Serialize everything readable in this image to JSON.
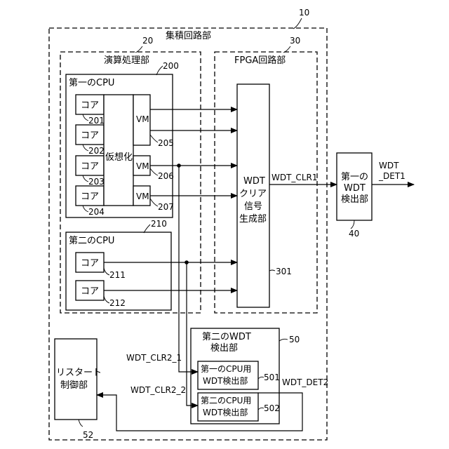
{
  "labels": {
    "ic": "集積回路部",
    "ic_ref": "10",
    "compute": "演算処理部",
    "compute_ref": "20",
    "fpga": "FPGA回路部",
    "fpga_ref": "30",
    "cpu1": "第一のCPU",
    "cpu1_ref": "200",
    "cpu2": "第二のCPU",
    "cpu2_ref": "210",
    "core": "コア",
    "core_refs": [
      "201",
      "202",
      "203",
      "204"
    ],
    "cpu2_core_refs": [
      "211",
      "212"
    ],
    "virtualization": "仮想化",
    "vm": "VM",
    "vm_refs": [
      "205",
      "206",
      "207"
    ],
    "wdt_clear_gen": [
      "WDT",
      "クリア",
      "信号",
      "生成部"
    ],
    "wdt_clear_gen_ref": "301",
    "wdt_clr1": "WDT_CLR1",
    "wdt1_detector": [
      "第一の",
      "WDT",
      "検出部"
    ],
    "wdt1_detector_ref": "40",
    "wdt_det1": [
      "WDT",
      "_DET1"
    ],
    "wdt2_detector": [
      "第二のWDT",
      "検出部"
    ],
    "wdt2_detector_ref": "50",
    "cpu1_wdt": [
      "第一のCPU用",
      "WDT検出部"
    ],
    "cpu1_wdt_ref": "501",
    "cpu2_wdt": [
      "第二のCPU用",
      "WDT検出部"
    ],
    "cpu2_wdt_ref": "502",
    "wdt_clr2_1": "WDT_CLR2_1",
    "wdt_clr2_2": "WDT_CLR2_2",
    "wdt_det2": "WDT_DET2",
    "restart": [
      "リスタート",
      "制御部"
    ],
    "restart_ref": "52"
  }
}
